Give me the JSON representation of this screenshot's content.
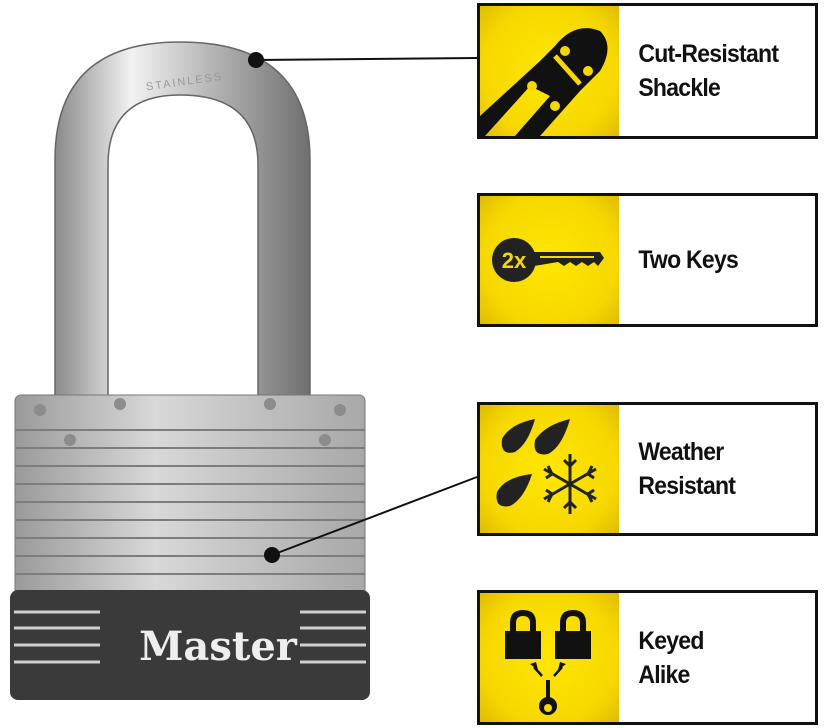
{
  "product": {
    "shackle_engraving": "STAINLESS",
    "brand_logo": "Master"
  },
  "features": [
    {
      "icon": "bolt-cutter-icon",
      "line1": "Cut-Resistant",
      "line2": "Shackle"
    },
    {
      "icon": "two-keys-icon",
      "icon_text": "2x",
      "line1": "Two Keys",
      "line2": ""
    },
    {
      "icon": "weather-icon",
      "line1": "Weather",
      "line2": "Resistant"
    },
    {
      "icon": "keyed-alike-icon",
      "line1": "Keyed",
      "line2": "Alike"
    }
  ],
  "colors": {
    "accent_yellow": "#f6d800",
    "border": "#111111"
  }
}
